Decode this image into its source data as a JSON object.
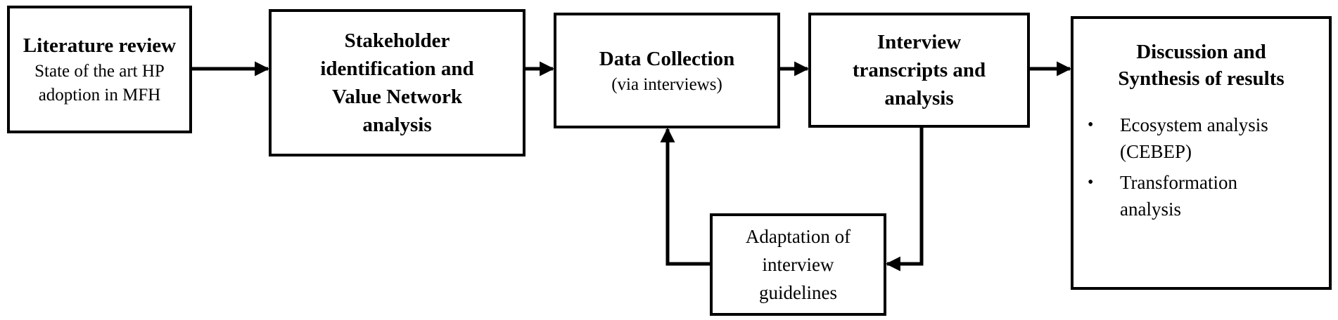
{
  "nodes": [
    {
      "id": "literature",
      "title": "Literature review",
      "subtitle": "State of the art HP\nadoption in MFH"
    },
    {
      "id": "stakeholder",
      "title": "Stakeholder\nidentification and\nValue Network\nanalysis"
    },
    {
      "id": "data",
      "title": "Data Collection",
      "subtitle": "(via interviews)"
    },
    {
      "id": "interview",
      "title": "Interview\ntranscripts and\nanalysis"
    },
    {
      "id": "adaptation",
      "text": "Adaptation of\ninterview\nguidelines"
    },
    {
      "id": "discussion",
      "title": "Discussion and\nSynthesis of results",
      "bullets": [
        "Ecosystem analysis\n(CEBEP)",
        "Transformation\nanalysis"
      ],
      "bullet_symbol": "•"
    }
  ],
  "edges": [
    {
      "from": "literature",
      "to": "stakeholder"
    },
    {
      "from": "stakeholder",
      "to": "data"
    },
    {
      "from": "data",
      "to": "interview"
    },
    {
      "from": "interview",
      "to": "discussion"
    },
    {
      "from": "interview",
      "to": "adaptation"
    },
    {
      "from": "adaptation",
      "to": "data"
    }
  ],
  "colors": {
    "stroke": "#000000",
    "background": "#ffffff"
  }
}
